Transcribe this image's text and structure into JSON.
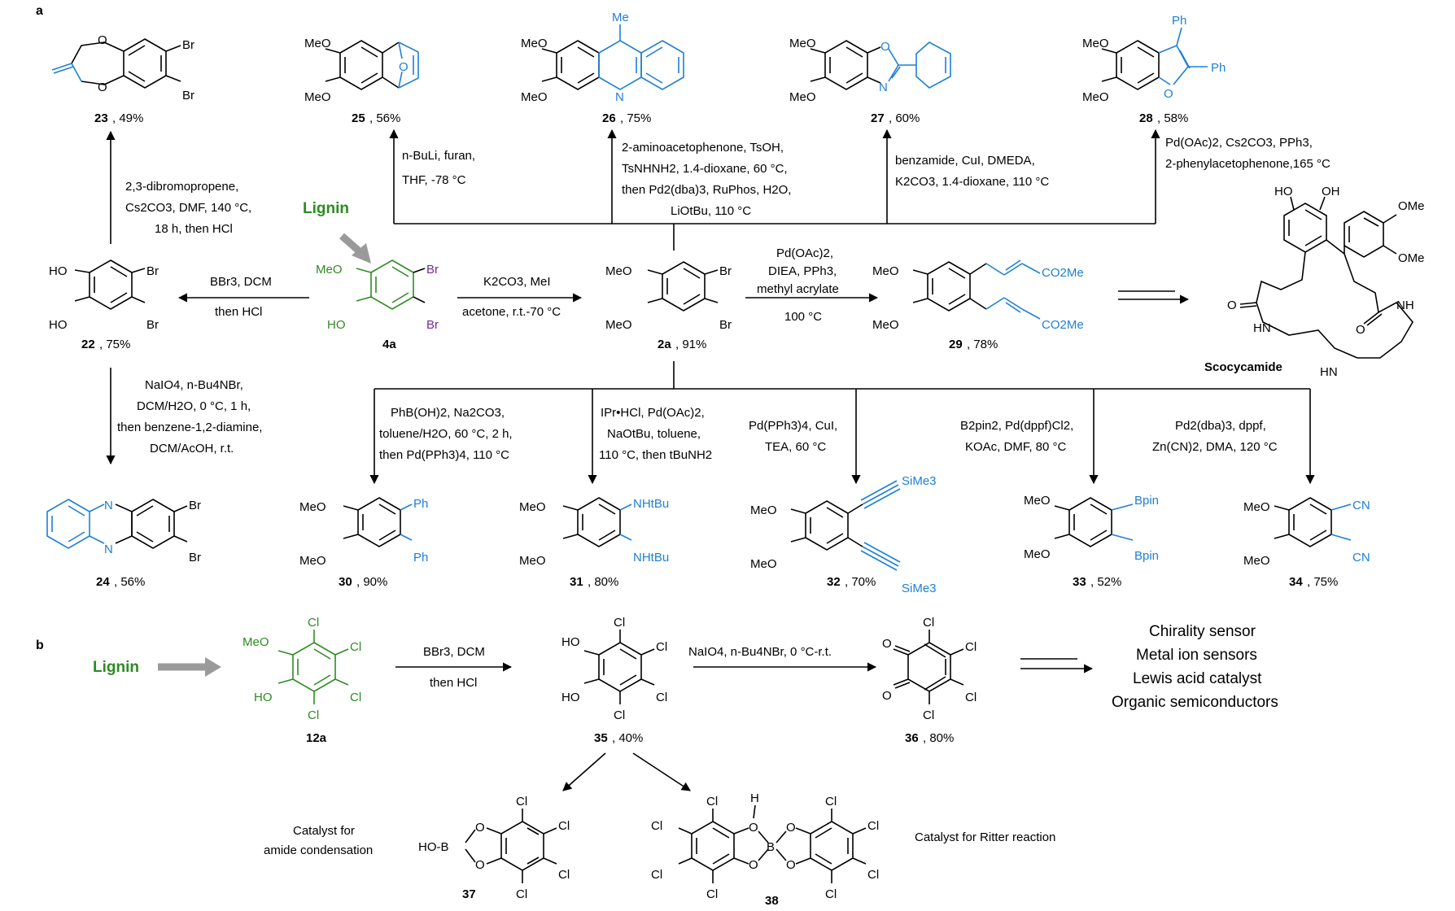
{
  "panels": {
    "a": "a",
    "b": "b"
  },
  "lignin": "Lignin",
  "compounds": {
    "c23": {
      "num": "23",
      "yield": ", 49%"
    },
    "c25": {
      "num": "25",
      "yield": ", 56%"
    },
    "c26": {
      "num": "26",
      "yield": ", 75%"
    },
    "c27": {
      "num": "27",
      "yield": ", 60%"
    },
    "c28": {
      "num": "28",
      "yield": ", 58%"
    },
    "c22": {
      "num": "22",
      "yield": ", 75%"
    },
    "c4a": {
      "num": "4a",
      "yield": ""
    },
    "c2a": {
      "num": "2a",
      "yield": ", 91%"
    },
    "c29": {
      "num": "29",
      "yield": ", 78%"
    },
    "scocy": {
      "num": "Scocycamide",
      "yield": ""
    },
    "c24": {
      "num": "24",
      "yield": ", 56%"
    },
    "c30": {
      "num": "30",
      "yield": ", 90%"
    },
    "c31": {
      "num": "31",
      "yield": ", 80%"
    },
    "c32": {
      "num": "32",
      "yield": ", 70%"
    },
    "c33": {
      "num": "33",
      "yield": ", 52%"
    },
    "c34": {
      "num": "34",
      "yield": ", 75%"
    },
    "c12a": {
      "num": "12a",
      "yield": ""
    },
    "c35": {
      "num": "35",
      "yield": ", 40%"
    },
    "c36": {
      "num": "36",
      "yield": ", 80%"
    },
    "c37": {
      "num": "37",
      "yield": ""
    },
    "c38": {
      "num": "38",
      "yield": ""
    }
  },
  "conditions": {
    "to23": [
      "2,3-dibromopropene,",
      "Cs2CO3, DMF, 140 °C,",
      "18 h, then HCl"
    ],
    "to25": [
      "n-BuLi, furan,",
      "THF, -78 °C"
    ],
    "to26": [
      "2-aminoacetophenone, TsOH,",
      "TsNHNH2, 1.4-dioxane, 60 °C,",
      "then Pd2(dba)3, RuPhos, H2O,",
      "LiOtBu, 110 °C"
    ],
    "to27": [
      "benzamide, CuI, DMEDA,",
      "K2CO3, 1.4-dioxane, 110 °C"
    ],
    "to28": [
      "Pd(OAc)2, Cs2CO3, PPh3,",
      "2-phenylacetophenone,165 °C"
    ],
    "to22": [
      "BBr3, DCM",
      "then HCl"
    ],
    "to2a": [
      "K2CO3, MeI",
      "acetone, r.t.-70 °C"
    ],
    "to29": [
      "Pd(OAc)2,",
      "DIEA, PPh3,",
      "methyl acrylate",
      "100 °C"
    ],
    "to24": [
      "NaIO4, n-Bu4NBr,",
      "DCM/H2O, 0 °C, 1 h,",
      "then benzene-1,2-diamine,",
      "DCM/AcOH, r.t."
    ],
    "to30": [
      "PhB(OH)2, Na2CO3,",
      "toluene/H2O, 60 °C, 2 h,",
      "then Pd(PPh3)4, 110 °C"
    ],
    "to31": [
      "IPr•HCl, Pd(OAc)2,",
      "NaOtBu, toluene,",
      "110 °C, then tBuNH2"
    ],
    "to32": [
      "Pd(PPh3)4, CuI,",
      "TEA, 60 °C"
    ],
    "to33": [
      "B2pin2, Pd(dppf)Cl2,",
      "KOAc, DMF, 80 °C"
    ],
    "to34": [
      "Pd2(dba)3, dppf,",
      "Zn(CN)2, DMA, 120 °C"
    ],
    "to35": [
      "BBr3, DCM",
      "then HCl"
    ],
    "to36": [
      "NaIO4, n-Bu4NBr, 0 °C-r.t."
    ]
  },
  "applications": [
    "Chirality sensor",
    "Metal ion sensors",
    "Lewis acid catalyst",
    "Organic semiconductors"
  ],
  "catalyst37": [
    "Catalyst for",
    "amide condensation"
  ],
  "catalyst38": "Catalyst for Ritter reaction",
  "atoms": {
    "Br": "Br",
    "HO": "HO",
    "MeO": "MeO",
    "O": "O",
    "N": "N",
    "Me": "Me",
    "Ph": "Ph",
    "Cl": "Cl",
    "CN": "CN",
    "Bpin": "Bpin",
    "SiMe3": "SiMe3",
    "NHtBu": "NHtBu",
    "CO2Me": "CO2Me",
    "OMe": "OMe",
    "HN": "HN",
    "NH": "NH",
    "H": "H",
    "B": "B",
    "OH": "OH",
    "HOB": "HO-B"
  },
  "colors": {
    "product_blue": "#1e7fd6",
    "lignin_green": "#2e8b22",
    "bromo_purple": "#7a2a9a",
    "lignin_arrow": "#9a9a9a"
  }
}
